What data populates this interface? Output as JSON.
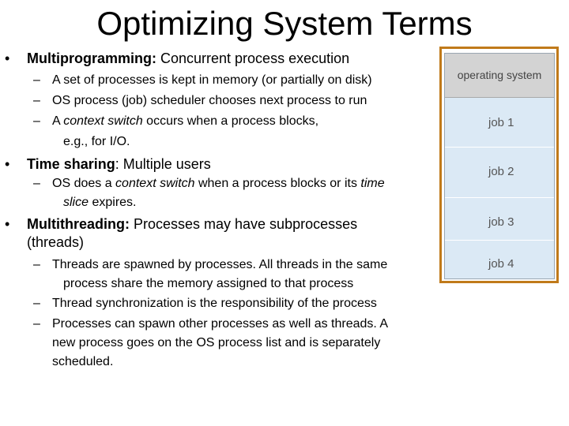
{
  "slide": {
    "title": "Optimizing System Terms",
    "bullets": [
      {
        "term": "Multiprogramming:",
        "text": " Concurrent process execution",
        "subs": [
          {
            "text": "A set of processes is kept in memory (or partially on disk)"
          },
          {
            "text": "OS process (job) scheduler chooses next process to run"
          },
          {
            "pre": "A ",
            "em": "context switch",
            "post": " occurs when a process blocks,",
            "cont": "e.g., for I/O."
          }
        ]
      },
      {
        "term": "Time sharing",
        "text": ": Multiple users",
        "subs": [
          {
            "pre": "OS does a ",
            "em": "context switch",
            "post": " when a process blocks or its ",
            "em2": "time",
            "cont_em": "slice",
            "cont_post": " expires."
          }
        ]
      },
      {
        "term": "Multithreading:",
        "text": " Processes may have subprocesses",
        "cont": "(threads)",
        "subs": [
          {
            "text": "Threads are spawned by processes.  All threads in the same",
            "cont": "process share the memory assigned to that process"
          },
          {
            "text": "Thread synchronization is the responsibility of the process"
          },
          {
            "text": "Processes can spawn other processes as well as threads.  A",
            "cont1": "new process goes on the OS process list and is separately",
            "cont2": "scheduled."
          }
        ]
      }
    ]
  },
  "memory_diagram": {
    "os_label": "operating system",
    "jobs": [
      "job 1",
      "job 2",
      "job 3",
      "job 4"
    ],
    "colors": {
      "frame": "#c07a1a",
      "os_block": "#d3d3d3",
      "job_area": "#dbe9f5"
    }
  }
}
